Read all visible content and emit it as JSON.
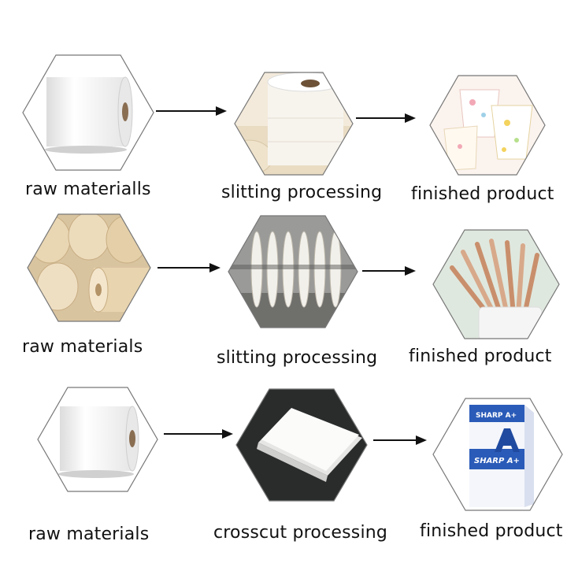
{
  "rows": [
    {
      "steps": [
        {
          "id": "paper-roll-icon",
          "label": "raw materialls"
        },
        {
          "id": "slit-rolls-icon",
          "label": "slitting processing"
        },
        {
          "id": "paper-cups-icon",
          "label": "finished product"
        }
      ]
    },
    {
      "steps": [
        {
          "id": "stacked-rolls-icon",
          "label": "raw materials"
        },
        {
          "id": "slitting-blades-icon",
          "label": "slitting processing"
        },
        {
          "id": "paper-straws-icon",
          "label": "finished product"
        }
      ]
    },
    {
      "steps": [
        {
          "id": "paper-roll-icon",
          "label": "raw materials"
        },
        {
          "id": "paper-sheets-icon",
          "label": "crosscut processing"
        },
        {
          "id": "copy-paper-box-icon",
          "label": "finished product",
          "box_text": [
            "SHARP A+",
            "SHARP A+"
          ]
        }
      ]
    }
  ]
}
